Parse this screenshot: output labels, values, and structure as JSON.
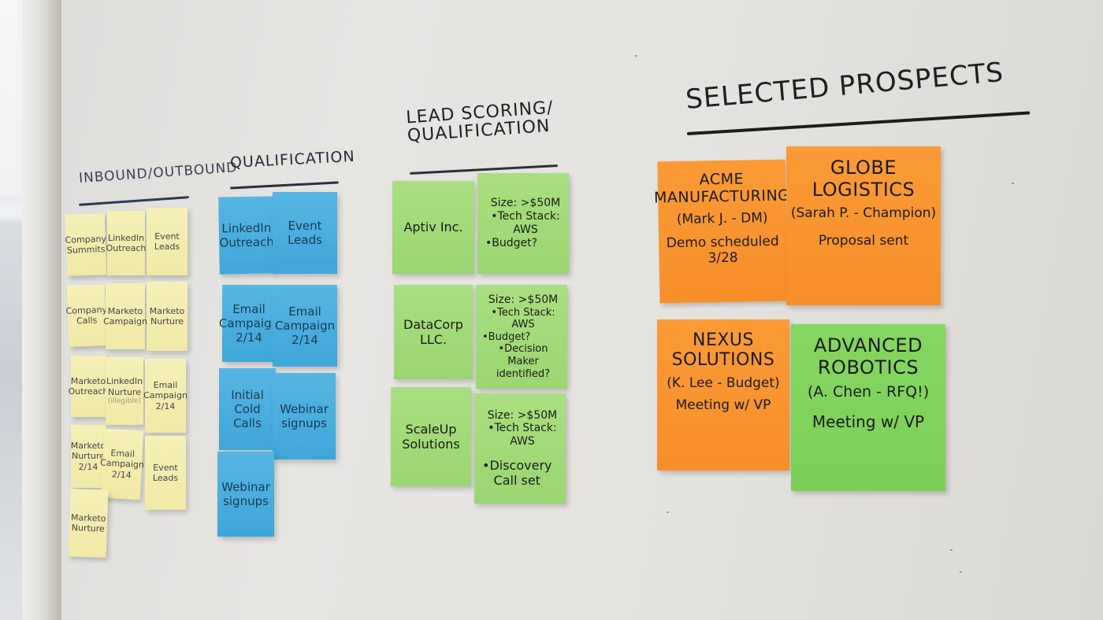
{
  "scene": {
    "description": "Whiteboard wall with handwritten sales-pipeline column headings and sticky notes",
    "wall_color": "#e4e3df",
    "note_colors": {
      "yellow": "#f3ecad",
      "blue": "#4aaedd",
      "green": "#a1da78",
      "orange": "#f9952f",
      "lime": "#80d25c"
    }
  },
  "columns": [
    {
      "heading": "INBOUND/OUTBOUND",
      "notes": [
        {
          "text": "Company\nSummits"
        },
        {
          "text": "LinkedIn\nOutreach"
        },
        {
          "text": "Event\nLeads"
        },
        {
          "text": "Company\nCalls"
        },
        {
          "text": "Marketo\nCampaign"
        },
        {
          "text": "Marketo\nNurture"
        },
        {
          "text": "Marketo\nOutreach"
        },
        {
          "text": "LinkedIn\nNurture",
          "faint": "(illegible)"
        },
        {
          "text": "Email\nCampaign\n2/14"
        },
        {
          "text": "Marketo\nNurture\n2/14"
        },
        {
          "text": "Email\nCampaign\n2/14"
        },
        {
          "text": "Event\nLeads"
        },
        {
          "text": "Marketo\nNurture"
        }
      ]
    },
    {
      "heading": "QUALIFICATION",
      "notes": [
        {
          "text": "LinkedIn\nOutreach"
        },
        {
          "text": "Event\nLeads"
        },
        {
          "text": "Email\nCampaign\n2/14"
        },
        {
          "text": "Email\nCampaign\n2/14"
        },
        {
          "text": "Initial\nCold Calls"
        },
        {
          "text": "Webinar\nsignups"
        },
        {
          "text": "Webinar\nsignups"
        }
      ]
    },
    {
      "heading": "LEAD SCORING/\nQUALIFICATION",
      "rows": [
        {
          "company": "Aptiv Inc.",
          "details": [
            "Size: >$50M",
            "•Tech Stack: AWS",
            "•Budget?"
          ]
        },
        {
          "company": "DataCorp\nLLC.",
          "details": [
            "Size: >$50M",
            "•Tech Stack: AWS",
            "•Budget?",
            "•Decision Maker\n identified?"
          ]
        },
        {
          "company": "ScaleUp\nSolutions",
          "details": [
            "Size: >$50M",
            "•Tech Stack: AWS",
            "•Discovery\n Call set"
          ]
        }
      ]
    },
    {
      "heading": "SELECTED PROSPECTS",
      "prospects": [
        {
          "name": "ACME\nMANUFACTURING",
          "contact": "(Mark J. - DM)",
          "status": "Demo scheduled\n3/28"
        },
        {
          "name": "GLOBE\nLOGISTICS",
          "contact": "(Sarah P. - Champion)",
          "status": "Proposal sent"
        },
        {
          "name": "NEXUS\nSOLUTIONS",
          "contact": "(K. Lee - Budget)",
          "status": "Meeting w/ VP"
        },
        {
          "name": "ADVANCED\nROBOTICS",
          "contact": "(A. Chen - RFQ!)",
          "status": "Meeting w/ VP"
        }
      ]
    }
  ]
}
